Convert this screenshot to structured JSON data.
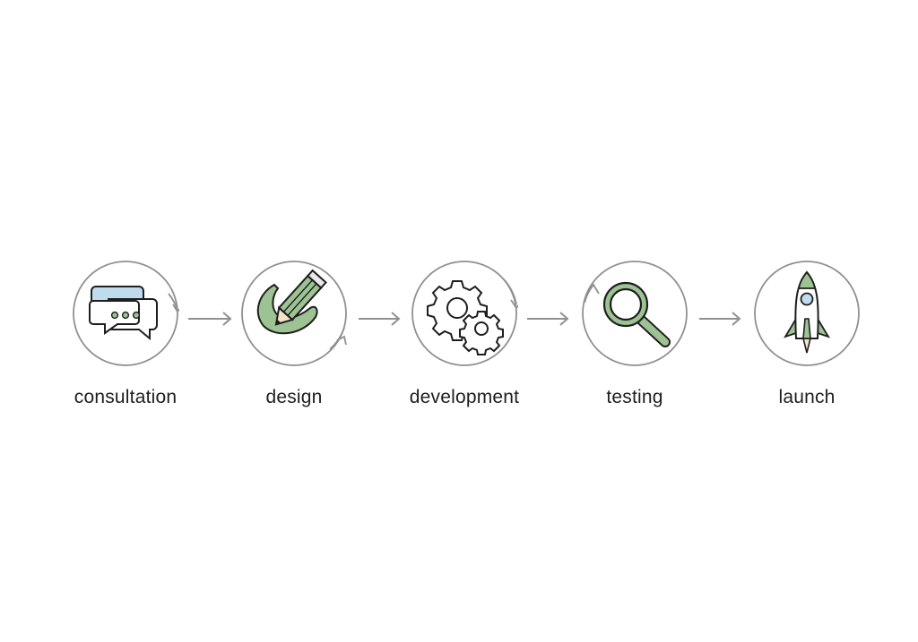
{
  "diagram": {
    "steps": [
      {
        "label": "consultation",
        "icon": "chat-bubbles-icon"
      },
      {
        "label": "design",
        "icon": "pencil-icon"
      },
      {
        "label": "development",
        "icon": "gears-icon"
      },
      {
        "label": "testing",
        "icon": "magnifier-icon"
      },
      {
        "label": "launch",
        "icon": "rocket-icon"
      }
    ],
    "colors": {
      "outline": "#8e9190",
      "green": "#9dc394",
      "blue": "#bfdcef",
      "ink": "#1e1e1e"
    }
  }
}
